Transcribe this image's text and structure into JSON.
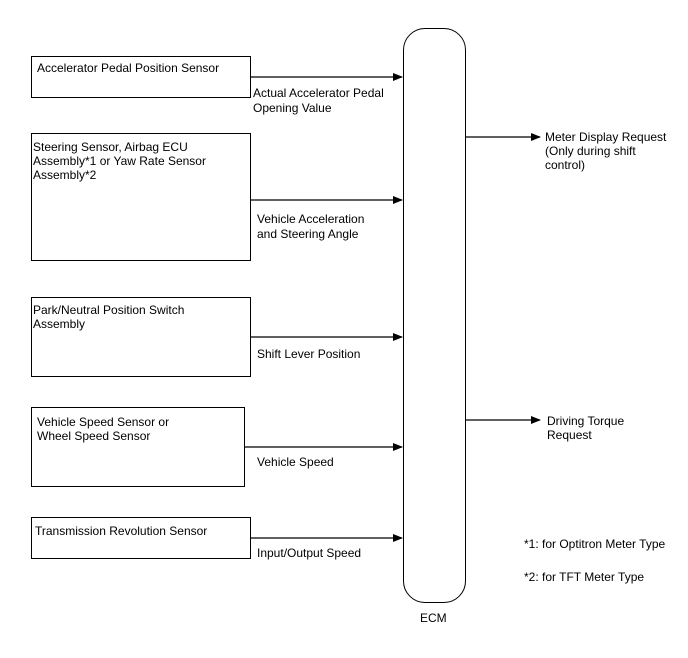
{
  "sensors": [
    {
      "label": "Accelerator Pedal Position Sensor",
      "signal": "Actual Accelerator Pedal\nOpening Value"
    },
    {
      "label": "Steering Sensor, Airbag ECU\nAssembly*1 or Yaw Rate Sensor\nAssembly*2",
      "signal": "Vehicle Acceleration\nand Steering Angle"
    },
    {
      "label": "Park/Neutral Position Switch\nAssembly",
      "signal": "Shift Lever Position"
    },
    {
      "label": "Vehicle Speed Sensor or\nWheel Speed Sensor",
      "signal": "Vehicle Speed"
    },
    {
      "label": "Transmission Revolution Sensor",
      "signal": "Input/Output Speed"
    }
  ],
  "ecm": {
    "label": "ECM"
  },
  "outputs": [
    {
      "label": "Meter Display Request\n(Only during shift\ncontrol)"
    },
    {
      "label": "Driving Torque\nRequest"
    }
  ],
  "notes": [
    "*1: for Optitron Meter Type",
    "*2: for TFT Meter Type"
  ]
}
